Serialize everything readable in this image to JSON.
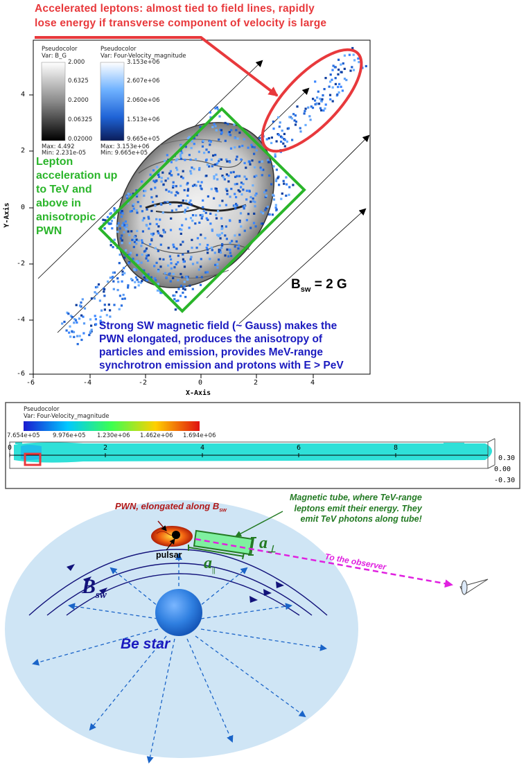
{
  "annotations": {
    "red_line1": "Accelerated leptons: almost tied to field lines, rapidly",
    "red_line2": "lose energy if transverse component of velocity is large",
    "green_lines": [
      "Lepton",
      "acceleration up",
      "to TeV and",
      "above in",
      "anisotropic",
      "PWN"
    ],
    "bsw_prefix": "B",
    "bsw_sub": "sw",
    "bsw_value": "= 2 G",
    "blue_lines": [
      "Strong SW magnetic field (~ Gauss) makes the",
      "PWN elongated, produces the anisotropy of",
      "particles and emission, provides MeV-range",
      "synchrotron emission and protons with E > PeV"
    ]
  },
  "top_plot": {
    "xlabel": "X-Axis",
    "ylabel": "Y-Axis",
    "xticks": [
      "-6",
      "-4",
      "-2",
      "0",
      "2",
      "4"
    ],
    "yticks": [
      "4",
      "2",
      "0",
      "-2",
      "-4",
      "-6"
    ],
    "legend_bg": {
      "title": "Pseudocolor",
      "var": "Var: B_G",
      "ticks": [
        "2.000",
        "0.6325",
        "0.2000",
        "0.06325",
        "0.02000"
      ],
      "max": "Max: 4.492",
      "min": "Min: 2.231e-05"
    },
    "legend_fv": {
      "title": "Pseudocolor",
      "var": "Var: Four-Velocity_magnitude",
      "ticks": [
        "3.153e+06",
        "2.607e+06",
        "2.060e+06",
        "1.513e+06",
        "9.665e+05"
      ],
      "max": "Max: 3.153e+06",
      "min": "Min: 9.665e+05"
    }
  },
  "middle_plot": {
    "title": "Pseudocolor",
    "var": "Var: Four-Velocity_magnitude",
    "colorbar_ticks": [
      "7.654e+05",
      "9.976e+05",
      "1.230e+06",
      "1.462e+06",
      "1.694e+06"
    ],
    "xticks": [
      "0",
      "2",
      "4",
      "6",
      "8"
    ],
    "right_ticks": [
      "0.30",
      "0.00",
      "-0.30"
    ]
  },
  "schematic": {
    "pwn_label_main": "PWN, elongated along B",
    "pwn_label_sub": "sw",
    "pulsar": "pulsar",
    "tube_lines": [
      "Magnetic tube, where TeV-range",
      "leptons emit their energy. They",
      "emit TeV photons along tube!"
    ],
    "observer": "To the observer",
    "a_perp": "a",
    "a_perp_sub": "⊥",
    "a_par": "a",
    "a_par_sub": "||",
    "bsw_main": "B",
    "bsw_sub": "sw",
    "star": "Be star"
  },
  "colors": {
    "red": "#e8393c",
    "green": "#2ab52a",
    "blue_text": "#1a1abf",
    "wind_fill": "#cfe5f5",
    "field_line": "#12127a",
    "arrow_blue": "#1a64c8",
    "magenta": "#e020e0",
    "tube_green": "#237a23"
  }
}
